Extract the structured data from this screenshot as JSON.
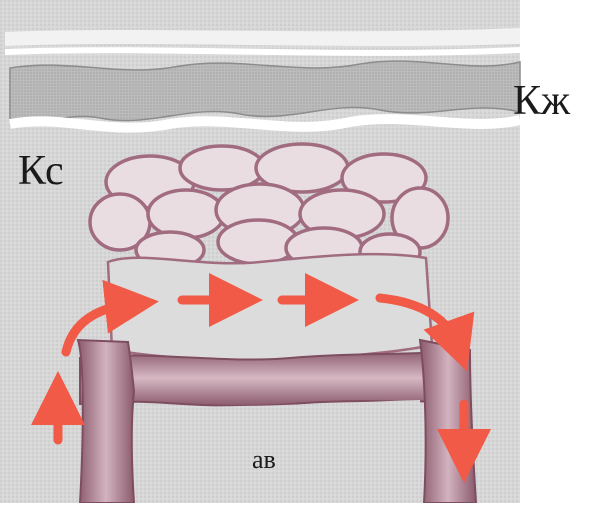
{
  "labels": {
    "kzh": "Кж",
    "ks": "Кс",
    "av": "ав"
  },
  "colors": {
    "background": "#ffffff",
    "tissue": "#d9d9d9",
    "epidermis": "#b9b9b9",
    "vessel": "#b88fa0",
    "vessel_outline": "#7e4d60",
    "arrow": "#f05a46"
  }
}
